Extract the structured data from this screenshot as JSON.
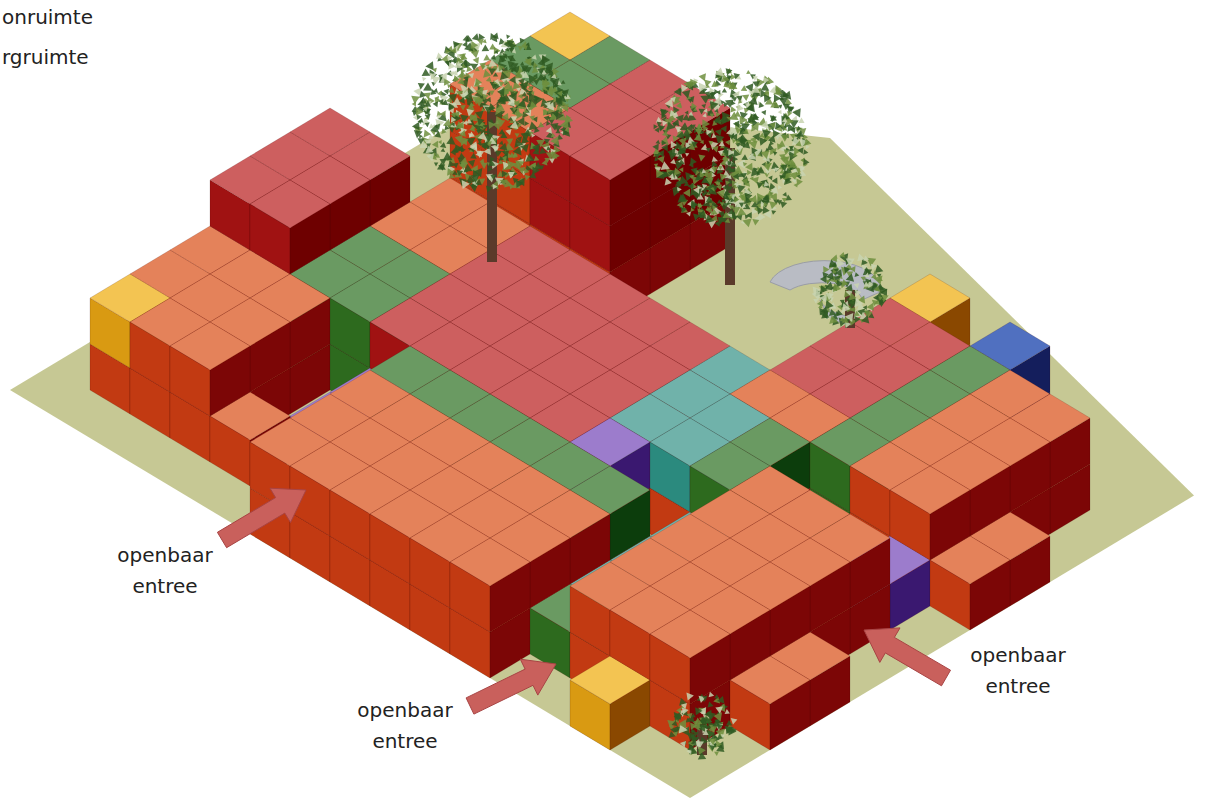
{
  "diagram": {
    "labels": [
      "onruimte",
      "rgruimte",
      "openbaar entree",
      "openbaar entree",
      "openbaar entree"
    ]
  }
}
